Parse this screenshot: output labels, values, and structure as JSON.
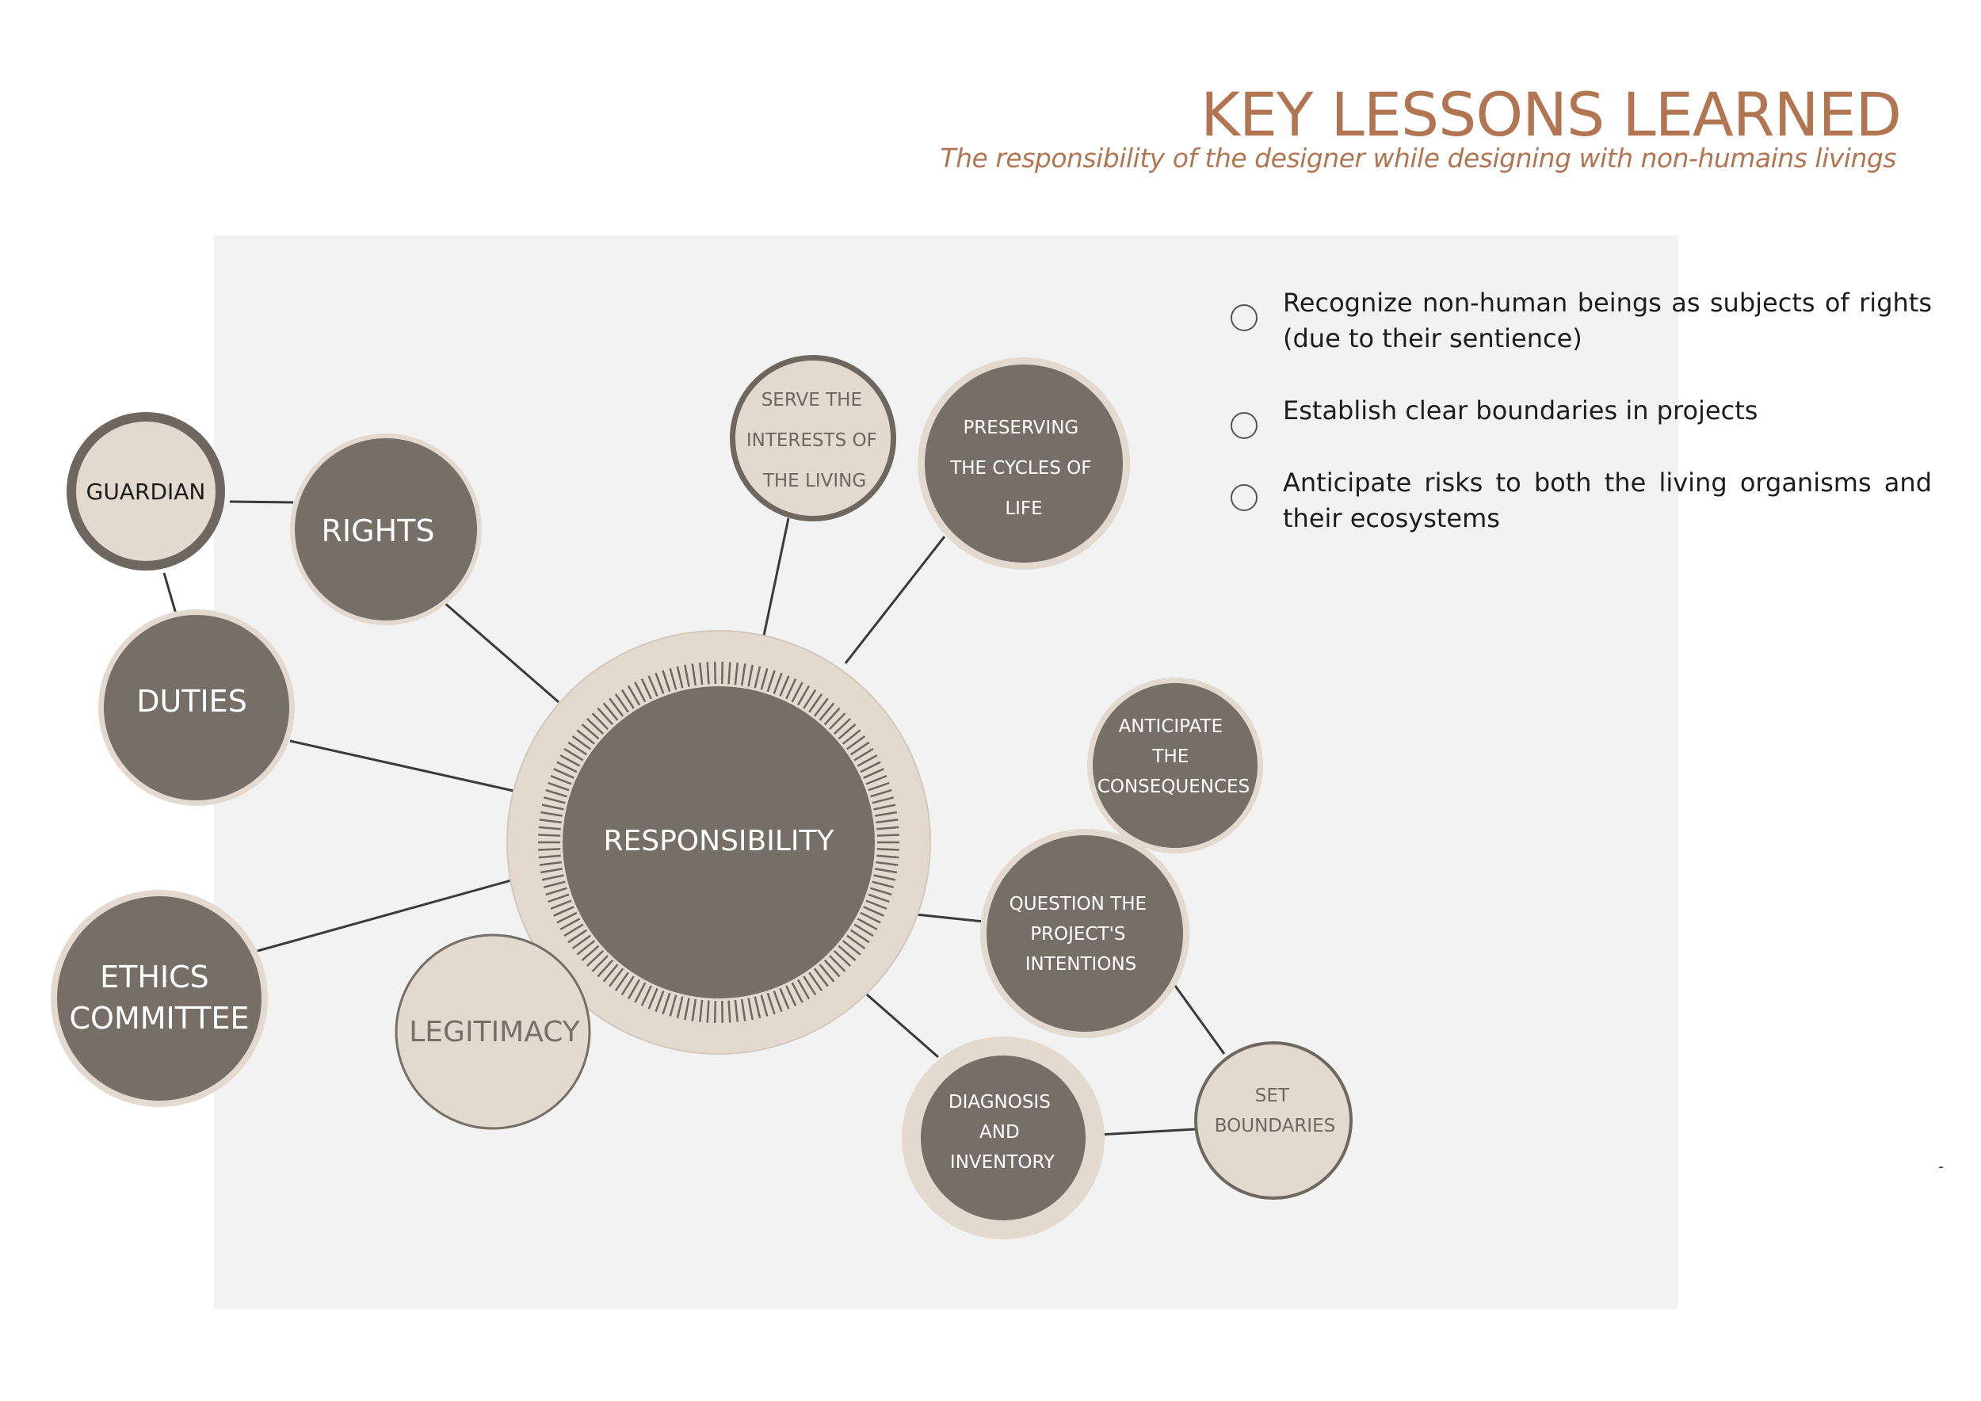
{
  "title": "KEY LESSONS LEARNED",
  "subtitle": "The responsibility of the designer while designing with non-humains livings",
  "diagram": {
    "center": {
      "label": "RESPONSIBILITY"
    },
    "nodes": {
      "guardian": {
        "lines": [
          "GUARDIAN"
        ]
      },
      "rights": {
        "lines": [
          "RIGHTS"
        ]
      },
      "duties": {
        "lines": [
          "DUTIES"
        ]
      },
      "ethics": {
        "lines": [
          "ETHICS",
          "COMMITTEE"
        ]
      },
      "legitimacy": {
        "lines": [
          "LEGITIMACY"
        ]
      },
      "serve": {
        "lines": [
          "SERVE THE",
          "INTERESTS OF",
          "THE LIVING"
        ]
      },
      "preserving": {
        "lines": [
          "PRESERVING",
          "THE CYCLES OF",
          "LIFE"
        ]
      },
      "anticipate": {
        "lines": [
          "ANTICIPATE",
          "THE",
          "CONSEQUENCES"
        ]
      },
      "question": {
        "lines": [
          "QUESTION THE",
          "PROJECT'S",
          "INTENTIONS"
        ]
      },
      "diagnosis": {
        "lines": [
          "DIAGNOSIS",
          "AND",
          "INVENTORY"
        ]
      },
      "boundaries": {
        "lines": [
          "SET",
          "BOUNDARIES"
        ]
      }
    },
    "colors": {
      "dark": "#766f68",
      "light": "#e4d9ce",
      "panel": "#f2f2f2",
      "accent": "#b27551"
    }
  },
  "bullets": [
    "Recognize non-human beings as subjects of rights (due to their sentience)",
    "Establish clear boundaries in projects",
    "Anticipate risks to both the living organisms and their ecosystems"
  ],
  "footer_mark": "-"
}
